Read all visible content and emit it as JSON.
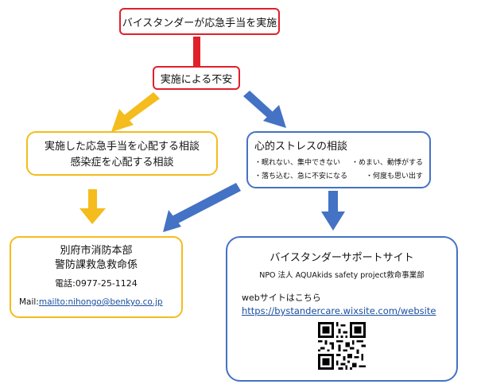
{
  "title_box": {
    "text": "バイスタンダーが応急手当を実施"
  },
  "anxiety_box": {
    "text": "実施による不安"
  },
  "left_consult": {
    "line1": "実施した応急手当を心配する相談",
    "line2": "感染症を心配する相談"
  },
  "right_consult": {
    "title": "心的ストレスの相談",
    "items": [
      "・眠れない、集中できない",
      "・めまい、動悸がする",
      "・落ち込む、急に不安になる",
      "・何度も思い出す"
    ]
  },
  "fire_dept": {
    "name1": "別府市消防本部",
    "name2": "警防課救急救命係",
    "phone": "電話:0977-25-1124",
    "mail_label": "Mail:",
    "mail_link": "mailto:nihongo@benkyo.co.jp"
  },
  "support_site": {
    "title": "バイスタンダーサポートサイト",
    "org": "NPO 法人 AQUAkids safety project救命事業部",
    "web_label": "webサイトはこちら",
    "url": "https://bystandercare.wixsite.com/website",
    "qr_icon": "qr-code-icon"
  },
  "colors": {
    "red": "#e0202a",
    "yellow": "#f4bc1c",
    "blue": "#4472c4",
    "link": "#1a4fa0"
  }
}
